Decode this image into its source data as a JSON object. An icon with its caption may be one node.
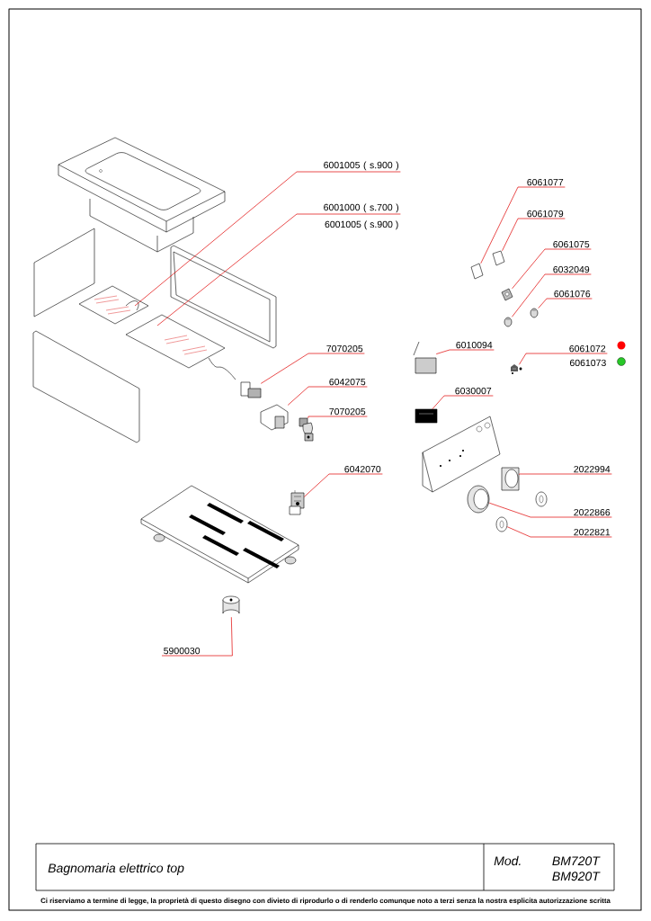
{
  "diagram": {
    "title": "Bagnomaria elettrico top",
    "caption": "Ci riserviamo a termine di legge, la proprietà di questo disegno con divieto di riprodurlo o di renderlo comunque noto a terzi senza la nostra esplicita autorizzazione scritta",
    "nodes": [
      {
        "text": [
          "6001005 ( s.900 )"
        ]
      },
      {
        "text": [
          "6001000 ( s.700 )"
        ]
      },
      {
        "text": [
          "7070205"
        ]
      },
      {
        "text": [
          "6042075"
        ]
      },
      {
        "text": [
          "7070205"
        ]
      },
      {
        "text": [
          "6042070"
        ]
      },
      {
        "text": [
          "5900030"
        ]
      },
      {
        "text": [
          "6061077"
        ]
      },
      {
        "text": [
          "6061079"
        ]
      },
      {
        "text": [
          "6061075"
        ]
      },
      {
        "text": [
          "6032049"
        ]
      },
      {
        "text": [
          "6061076"
        ]
      },
      {
        "text": [
          "6010094"
        ]
      },
      {
        "text": [
          "6061072"
        ]
      },
      {
        "text": [
          "6030007"
        ]
      },
      {
        "text": [
          "2022994"
        ]
      },
      {
        "text": [
          "2022866"
        ]
      },
      {
        "text": [
          "2022821"
        ]
      },
      {
        "text": [],
        "shape": "picture"
      },
      {
        "text": [],
        "shape": "picture"
      },
      {
        "text": [],
        "shape": "picture"
      },
      {
        "text": [],
        "shape": "picture"
      },
      {
        "text": [],
        "shape": "picture"
      },
      {
        "text": [],
        "shape": "picture"
      },
      {
        "text": [],
        "shape": "picture"
      },
      {
        "text": [],
        "shape": "picture"
      },
      {
        "text": [],
        "shape": "picture"
      },
      {
        "text": [],
        "shape": "picture"
      },
      {
        "text": [],
        "shape": "picture"
      },
      {
        "text": [],
        "shape": "picture"
      },
      {
        "text": [],
        "shape": "picture"
      },
      {
        "text": [],
        "shape": "picture"
      },
      {
        "text": [],
        "shape": "picture"
      },
      {
        "text": [],
        "shape": "picture"
      },
      {
        "text": [],
        "shape": "picture"
      },
      {
        "text": [],
        "shape": "picture"
      }
    ],
    "edges": [
      {
        "from": 0,
        "to": 18,
        "arrow": "none"
      },
      {
        "from": 1,
        "to": 19,
        "arrow": "none"
      },
      {
        "from": 2,
        "to": 20,
        "arrow": "none"
      },
      {
        "from": 3,
        "to": 21,
        "arrow": "none"
      },
      {
        "from": 4,
        "to": 22,
        "arrow": "none"
      },
      {
        "from": 5,
        "to": 23,
        "arrow": "none"
      },
      {
        "from": 6,
        "to": 24,
        "arrow": "none"
      },
      {
        "from": 7,
        "to": 25,
        "arrow": "none"
      },
      {
        "from": 8,
        "to": 26,
        "arrow": "none"
      },
      {
        "from": 9,
        "to": 27,
        "arrow": "none"
      },
      {
        "from": 10,
        "to": 28,
        "arrow": "none"
      },
      {
        "from": 11,
        "to": 29,
        "arrow": "none"
      },
      {
        "from": 12,
        "to": 30,
        "arrow": "none"
      },
      {
        "from": 13,
        "to": 31,
        "arrow": "none"
      },
      {
        "from": 14,
        "to": 32,
        "arrow": "none"
      },
      {
        "from": 15,
        "to": 33,
        "arrow": "none"
      },
      {
        "from": 16,
        "to": 34,
        "arrow": "none"
      },
      {
        "from": 17,
        "to": 35,
        "arrow": "none"
      }
    ],
    "labels": [
      "6001005 ( s.900 )",
      "6061073",
      "Mod.",
      "BM720T",
      "BM920T"
    ]
  }
}
